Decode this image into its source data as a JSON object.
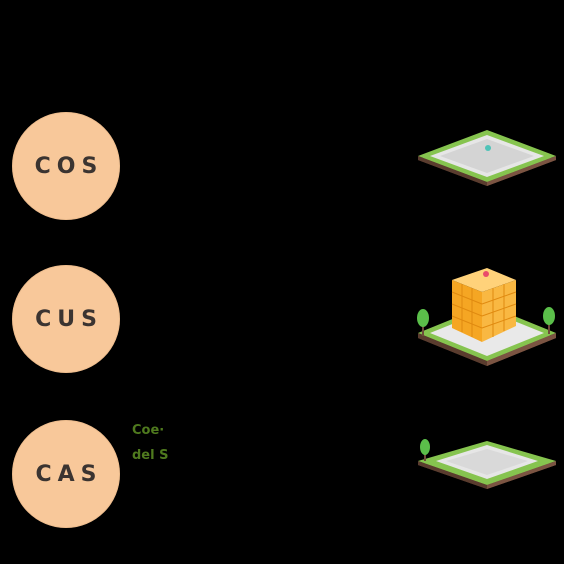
{
  "badges": [
    {
      "label": "COS"
    },
    {
      "label": "CUS"
    },
    {
      "label": "CAS"
    }
  ],
  "cas_caption": {
    "line1": "Coe·",
    "line2": "del S"
  },
  "colors": {
    "background": "#000000",
    "badge_fill": "#f8c89a",
    "badge_text": "#3b3431",
    "caption_text": "#4f7a1e",
    "lawn": "#8fd159",
    "plot_base": "#6e4b3a",
    "building": "#f5a623"
  },
  "icons": {
    "cos_plot": "land-plot-icon",
    "cus_plot": "building-on-plot-icon",
    "cas_plot": "green-area-plot-icon"
  }
}
